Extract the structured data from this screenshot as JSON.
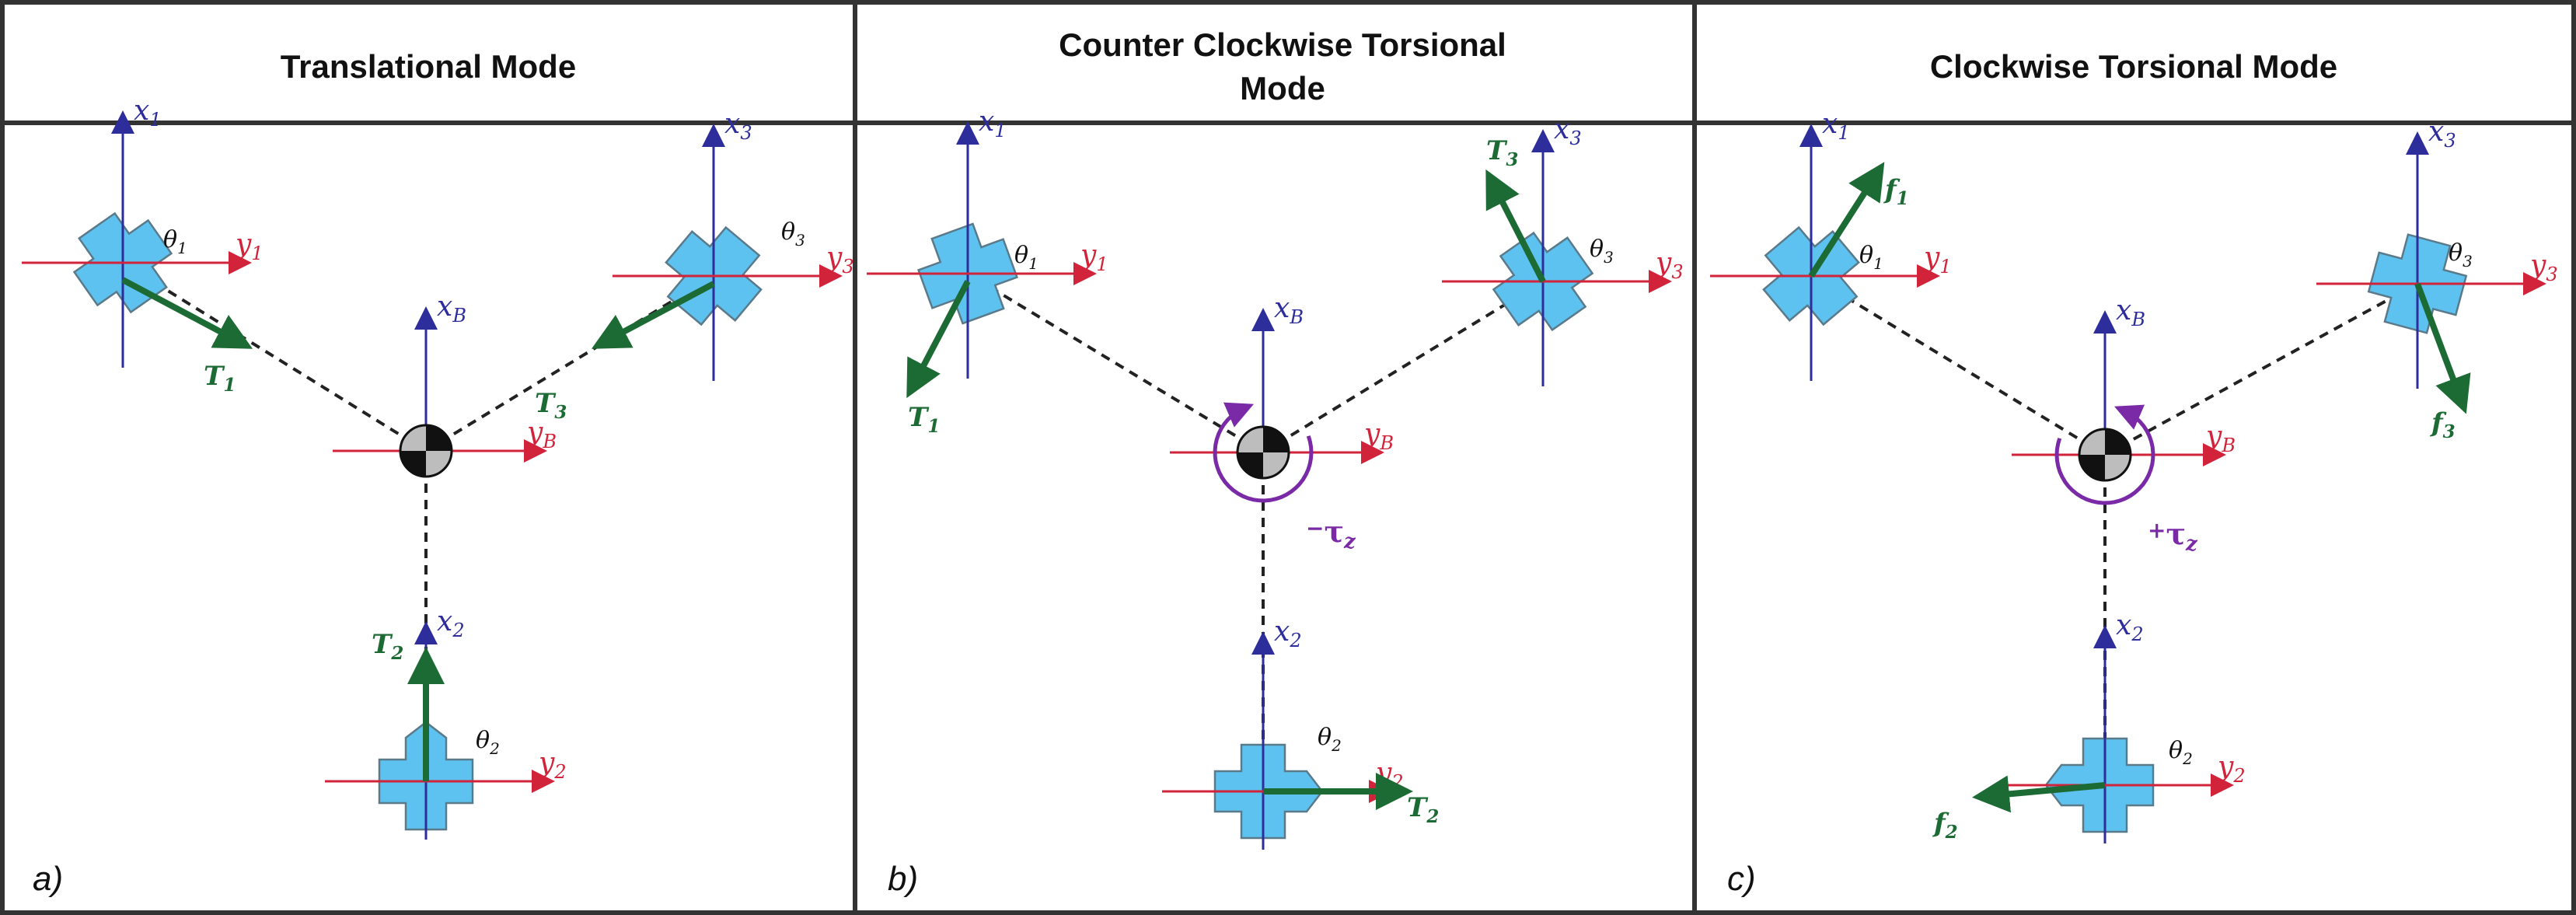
{
  "colors": {
    "x_axis": "#2d2d9c",
    "y_axis": "#d1233a",
    "force": "#1d6b34",
    "torque": "#7a2aa6",
    "thruster_fill": "#5ec2f0",
    "thruster_stroke": "#5a7a8a",
    "border": "#333333",
    "dashed": "#222222"
  },
  "panels": [
    {
      "header": [
        "Translational Mode"
      ],
      "letter": "a)",
      "axes": {
        "t1": {
          "x": "x",
          "xs": "1",
          "y": "y",
          "ys": "1",
          "theta": "θ",
          "thetas": "1"
        },
        "t2": {
          "x": "x",
          "xs": "2",
          "y": "y",
          "ys": "2",
          "theta": "θ",
          "thetas": "2"
        },
        "t3": {
          "x": "x",
          "xs": "3",
          "y": "y",
          "ys": "3",
          "theta": "θ",
          "thetas": "3"
        },
        "b": {
          "x": "x",
          "xs": "B",
          "y": "y",
          "ys": "B"
        }
      },
      "forces": {
        "t1": {
          "sym": "T",
          "sub": "1"
        },
        "t2": {
          "sym": "T",
          "sub": "2"
        },
        "t3": {
          "sym": "T",
          "sub": "3"
        }
      }
    },
    {
      "header": [
        "Counter Clockwise Torsional",
        "Mode"
      ],
      "letter": "b)",
      "axes": {
        "t1": {
          "x": "x",
          "xs": "1",
          "y": "y",
          "ys": "1",
          "theta": "θ",
          "thetas": "1"
        },
        "t2": {
          "x": "x",
          "xs": "2",
          "y": "y",
          "ys": "2",
          "theta": "θ",
          "thetas": "2"
        },
        "t3": {
          "x": "x",
          "xs": "3",
          "y": "y",
          "ys": "3",
          "theta": "θ",
          "thetas": "3"
        },
        "b": {
          "x": "x",
          "xs": "B",
          "y": "y",
          "ys": "B"
        }
      },
      "forces": {
        "t1": {
          "sym": "T",
          "sub": "1"
        },
        "t2": {
          "sym": "T",
          "sub": "2"
        },
        "t3": {
          "sym": "T",
          "sub": "3"
        }
      },
      "torque": {
        "sign": "−",
        "sym": "τ",
        "sub": "z",
        "direction": "counter-clockwise"
      }
    },
    {
      "header": [
        "Clockwise Torsional Mode"
      ],
      "letter": "c)",
      "axes": {
        "t1": {
          "x": "x",
          "xs": "1",
          "y": "y",
          "ys": "1",
          "theta": "θ",
          "thetas": "1"
        },
        "t2": {
          "x": "x",
          "xs": "2",
          "y": "y",
          "ys": "2",
          "theta": "θ",
          "thetas": "2"
        },
        "t3": {
          "x": "x",
          "xs": "3",
          "y": "y",
          "ys": "3",
          "theta": "θ",
          "thetas": "3"
        },
        "b": {
          "x": "x",
          "xs": "B",
          "y": "y",
          "ys": "B"
        }
      },
      "forces": {
        "t1": {
          "sym": "f",
          "sub": "1"
        },
        "t2": {
          "sym": "f",
          "sub": "2"
        },
        "t3": {
          "sym": "f",
          "sub": "3"
        }
      },
      "torque": {
        "sign": "+",
        "sym": "τ",
        "sub": "z",
        "direction": "clockwise"
      }
    }
  ]
}
